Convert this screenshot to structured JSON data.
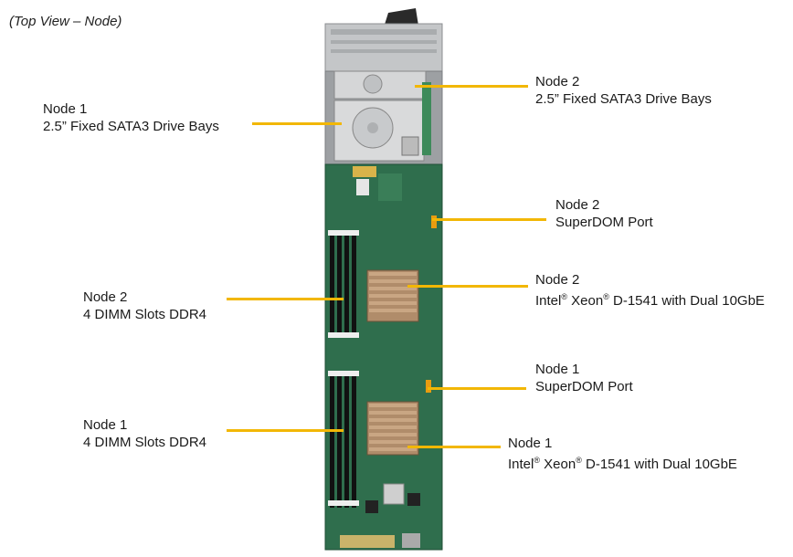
{
  "caption": "(Top View – Node)",
  "callouts": {
    "node1_drive": {
      "title": "Node 1",
      "desc": "2.5” Fixed SATA3 Drive Bays"
    },
    "node2_drive": {
      "title": "Node 2",
      "desc": "2.5” Fixed SATA3 Drive Bays"
    },
    "node2_superdom": {
      "title": "Node 2",
      "desc": "SuperDOM Port"
    },
    "node2_cpu": {
      "title": "Node 2",
      "desc_pre": "Intel",
      "desc_mid": " Xeon",
      "desc_post": " D-1541 with Dual 10GbE",
      "reg": "®"
    },
    "node2_dimm": {
      "title": "Node 2",
      "desc": "4 DIMM Slots DDR4"
    },
    "node1_superdom": {
      "title": "Node 1",
      "desc": "SuperDOM Port"
    },
    "node1_dimm": {
      "title": "Node 1",
      "desc": "4 DIMM Slots DDR4"
    },
    "node1_cpu": {
      "title": "Node 1",
      "desc_pre": "Intel",
      "desc_mid": " Xeon",
      "desc_post": " D-1541 with Dual 10GbE",
      "reg": "®"
    }
  },
  "colors": {
    "leader": "#f2b705",
    "pcb": "#2f6e4d",
    "chassis": "#b9bcbe"
  }
}
